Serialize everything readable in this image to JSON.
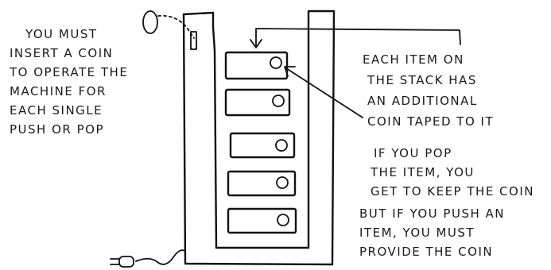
{
  "notes": {
    "coin_instruction": [
      "YOU MUST",
      "INSERT A COIN",
      "TO OPERATE THE",
      "MACHINE FOR",
      "EACH SINGLE",
      "PUSH OR POP"
    ],
    "each_item": [
      "EACH ITEM ON",
      "THE STACK HAS",
      "AN ADDITIONAL",
      "COIN TAPED TO IT"
    ],
    "pop_rule": [
      "IF YOU POP",
      "THE ITEM, YOU",
      "GET TO KEEP THE COIN"
    ],
    "push_rule": [
      "BUT IF YOU PUSH AN",
      "ITEM, YOU MUST",
      "PROVIDE THE COIN"
    ]
  },
  "stack": {
    "item_count": 5
  },
  "colors": {
    "ink": "#111111",
    "paper": "#ffffff"
  }
}
